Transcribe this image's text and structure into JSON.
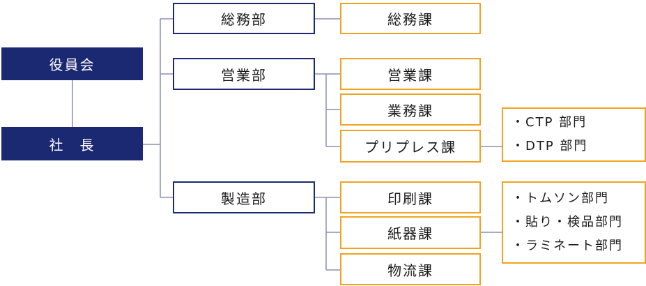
{
  "executive": {
    "board": "役員会",
    "president": "社　長"
  },
  "departments": {
    "general": {
      "name": "総務部",
      "sections": [
        "総務課"
      ]
    },
    "sales": {
      "name": "営業部",
      "sections": [
        "営業課",
        "業務課",
        "プリプレス課"
      ]
    },
    "manufacturing": {
      "name": "製造部",
      "sections": [
        "印刷課",
        "紙器課",
        "物流課"
      ]
    }
  },
  "units": {
    "prepress": [
      "・CTP 部門",
      "・DTP 部門"
    ],
    "manufacturing": [
      "・トムソン部門",
      "・貼り・検品部門",
      "・ラミネート部門"
    ]
  },
  "colors": {
    "executive": "#1b2872",
    "department_border": "#1b2872",
    "section_border": "#f0a320",
    "line": "#8a8fb5"
  }
}
